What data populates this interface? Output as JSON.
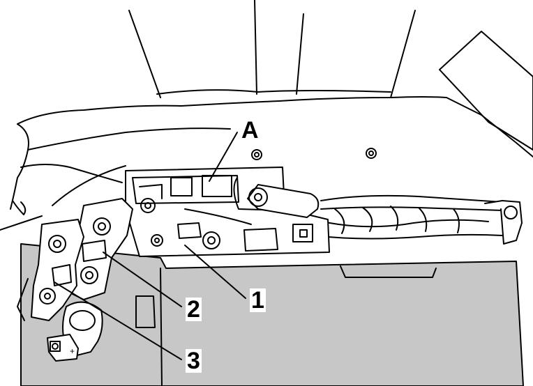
{
  "callouts": {
    "a": "A",
    "one": "1",
    "two": "2",
    "three": "3"
  },
  "colors": {
    "line": "#000000",
    "background": "#ffffff",
    "battery_fill": "#c7c7c7",
    "panel_fill": "#ffffff"
  }
}
